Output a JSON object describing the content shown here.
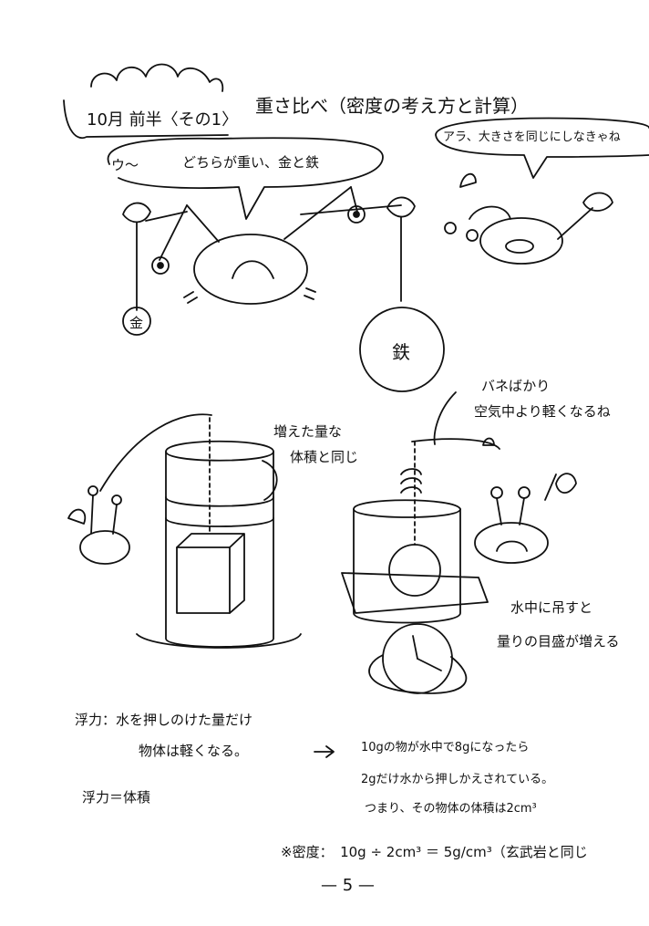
{
  "header": {
    "date_label": "10月 前半〈その1〉",
    "title": "重さ比べ（密度の考え方と計算）"
  },
  "bubbles": {
    "left_prefix": "ウ〜",
    "left_text": "どちらが重い、金と鉄",
    "right_text": "アラ、大きさを同じにしなきゃね"
  },
  "labels": {
    "gold": "金",
    "iron": "鉄"
  },
  "notes": {
    "volume_note_1": "増えた量な",
    "volume_note_2": "体積と同じ",
    "spring_note_1": "バネばかり",
    "spring_note_2": "空気中より軽くなるね",
    "scale_note_1": "水中に吊すと",
    "scale_note_2": "量りの目盛が増える"
  },
  "explanation": {
    "buoyancy_1": "浮力：水を押しのけた量だけ",
    "buoyancy_2": "物体は軽くなる。",
    "arrow": "⇒",
    "calc_1": "10gの物が水中で8gになったら",
    "calc_2": "2gだけ水から押しかえされている。",
    "calc_3": "つまり、その物体の体積は2cm³",
    "equation": "浮力＝体積",
    "density": "※密度：　10g ÷ 2cm³ ＝ 5g/cm³（玄武岩と同じ"
  },
  "footer": {
    "page_number": "— 5 —"
  }
}
